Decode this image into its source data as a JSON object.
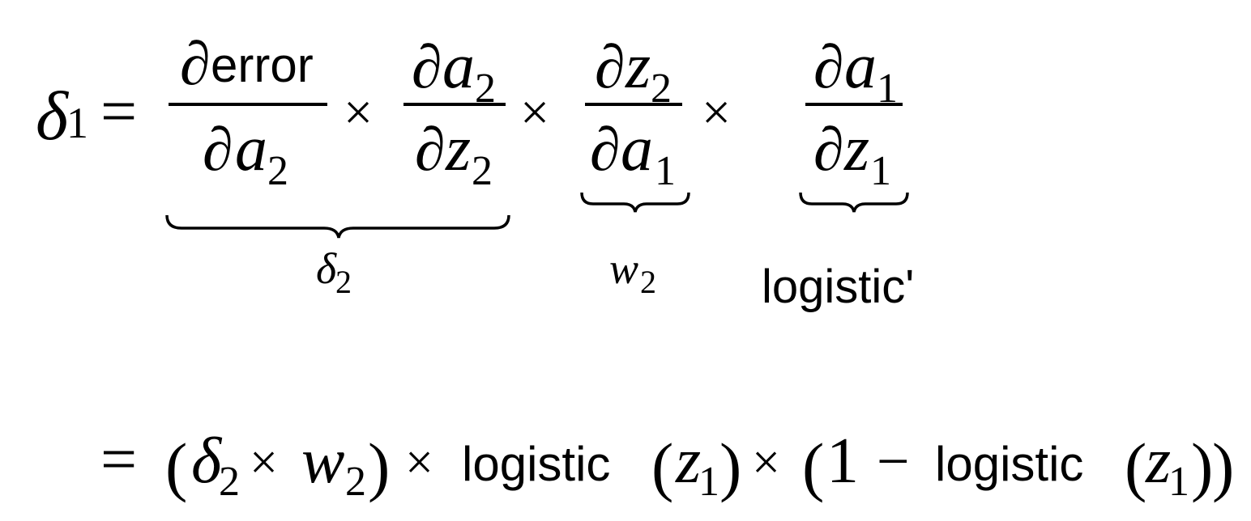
{
  "equation": {
    "line1": {
      "lhs": {
        "sym": "δ",
        "sub": "1"
      },
      "equals": "=",
      "times": "×",
      "partial": "∂",
      "frac1": {
        "num_word": "error",
        "den_var": "a",
        "den_sub": "2"
      },
      "frac2": {
        "num_var": "a",
        "num_sub": "2",
        "den_var": "z",
        "den_sub": "2"
      },
      "frac3": {
        "num_var": "z",
        "num_sub": "2",
        "den_var": "a",
        "den_sub": "1"
      },
      "frac4": {
        "num_var": "a",
        "num_sub": "1",
        "den_var": "z",
        "den_sub": "1"
      },
      "brace1": {
        "sym": "δ",
        "sub": "2"
      },
      "brace2": {
        "sym": "w",
        "sub": "2"
      },
      "brace3": {
        "label": "logistic'"
      }
    },
    "line2": {
      "equals": "=",
      "open_paren": "(",
      "delta": "δ",
      "delta_sub": "2",
      "times": "×",
      "w": "w",
      "w_sub": "2",
      "close_paren": ")",
      "logistic": "logistic",
      "z": "z",
      "z_sub": "1",
      "one": "1",
      "minus": "−"
    }
  }
}
